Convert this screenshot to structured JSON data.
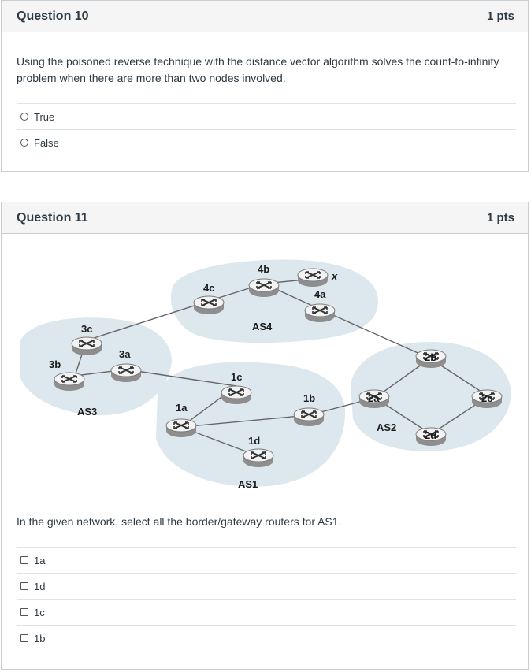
{
  "question10": {
    "title": "Question 10",
    "points": "1 pts",
    "text": "Using the poisoned reverse technique with the distance vector algorithm solves the count-to-infinity problem when there are more than two nodes involved.",
    "options": [
      "True",
      "False"
    ]
  },
  "question11": {
    "title": "Question 11",
    "points": "1 pts",
    "text": "In the given network, select all the border/gateway routers for AS1.",
    "options": [
      "1a",
      "1d",
      "1c",
      "1b"
    ],
    "diagram": {
      "as_labels": {
        "as1": "AS1",
        "as2": "AS2",
        "as3": "AS3",
        "as4": "AS4"
      },
      "routers": {
        "r3a": "3a",
        "r3b": "3b",
        "r3c": "3c",
        "r4a": "4a",
        "r4b": "4b",
        "r4c": "4c",
        "rx": "x",
        "r1a": "1a",
        "r1b": "1b",
        "r1c": "1c",
        "r1d": "1d",
        "r2a": "2a",
        "r2b": "2b",
        "r2c": "2c",
        "r2d": "2d"
      },
      "colors": {
        "cloud": "#dfe8ee",
        "router_top": "#efefef",
        "router_side": "#9a9a9a",
        "link": "#666666"
      }
    }
  }
}
